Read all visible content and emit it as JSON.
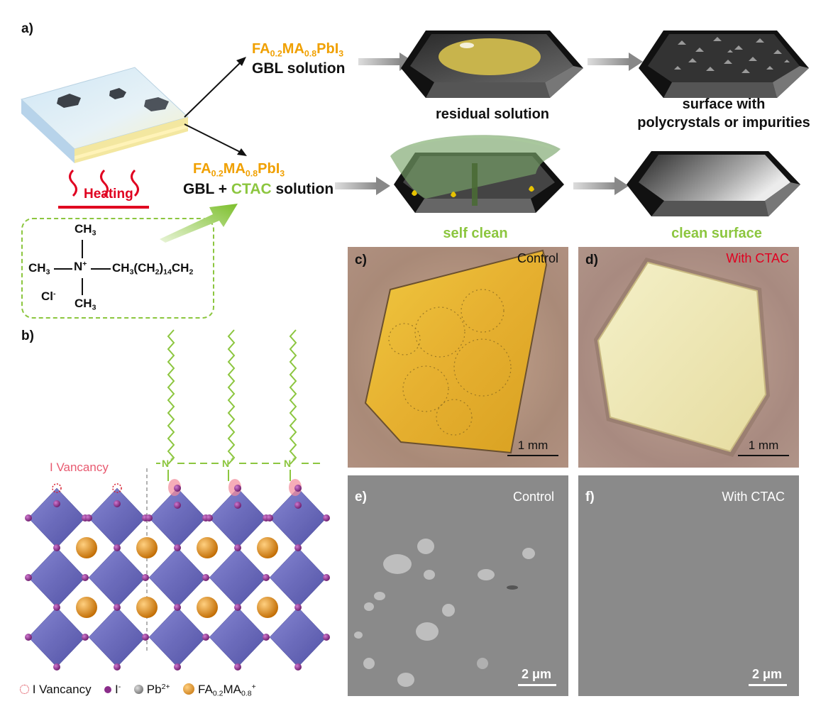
{
  "panels": {
    "a": "a)",
    "b": "b)",
    "c": "c)",
    "d": "d)",
    "e": "e)",
    "f": "f)"
  },
  "panel_a": {
    "formula_top": {
      "p1": "FA",
      "s1": "0.2",
      "p2": "MA",
      "s2": "0.8",
      "p3": "PbI",
      "s3": "3"
    },
    "gbl_solution": "GBL solution",
    "formula_bottom": {
      "p1": "FA",
      "s1": "0.2",
      "p2": "MA",
      "s2": "0.8",
      "p3": "PbI",
      "s3": "3"
    },
    "gbl_plus": "GBL + ",
    "ctac": "CTAC",
    "solution": " solution",
    "heating": "Heating",
    "residual_solution": "residual solution",
    "surface_with": "surface with",
    "polycrystals": "polycrystals or impurities",
    "self_clean": "self clean",
    "clean_surface": "clean surface"
  },
  "molecule": {
    "ch3_top": "CH3",
    "ch3_left": "CH3",
    "n_plus": "N+",
    "chain": "CH3(CH2)14CH2",
    "cl": "Cl-",
    "ch3_bottom": "CH3"
  },
  "panel_b": {
    "i_vacancy": "I Vancancy",
    "n_plus": "N+"
  },
  "legend": {
    "vacancy": "I Vancancy",
    "iodide": "I",
    "iodide_sup": "-",
    "lead": "Pb",
    "lead_sup": "2+",
    "cation_p1": "FA",
    "cation_s1": "0.2",
    "cation_p2": "MA",
    "cation_s2": "0.8",
    "cation_sup": "+"
  },
  "micrographs": {
    "c_label": "Control",
    "d_label": "With CTAC",
    "c_scale": "1 mm",
    "d_scale": "1 mm",
    "e_label": "Control",
    "f_label": "With CTAC",
    "e_scale": "2 μm",
    "f_scale": "2 μm"
  },
  "colors": {
    "orange": "#f0a000",
    "green": "#8cc63f",
    "red": "#e00020",
    "octahedra": "#5f5fb8",
    "iodide": "#8a2d8a",
    "cation": "#e08a14"
  }
}
